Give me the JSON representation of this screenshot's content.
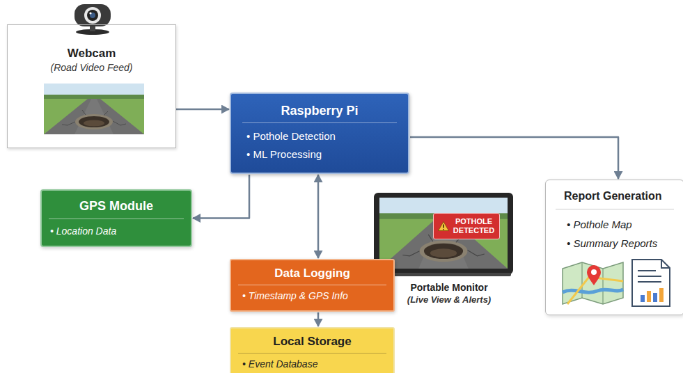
{
  "diagram": {
    "nodes": [
      {
        "text": [
          "Webcam",
          "(Road Video Feed)"
        ]
      },
      {
        "text": [
          "Raspberry Pi",
          "• Pothole Detection",
          "• ML Processing"
        ]
      },
      {
        "text": [
          "GPS Module",
          "• Location Data"
        ]
      },
      {
        "text": [
          "Report Generation",
          "• Pothole Map",
          "• Summary Reports"
        ]
      },
      {
        "text": [
          "POTHOLE DETECTED",
          "Portable Monitor",
          "(Live View & Alerts)"
        ]
      },
      {
        "text": [
          "Data Logging",
          "• Timestamp & GPS Info"
        ]
      },
      {
        "text": [
          "Local Storage",
          "• Event Database"
        ]
      }
    ],
    "edges": [
      {
        "from": 0,
        "to": 1,
        "arrow": "to"
      },
      {
        "from": 1,
        "to": 2,
        "arrow": "to"
      },
      {
        "from": 1,
        "to": 3,
        "arrow": "to"
      },
      {
        "from": 1,
        "to": 5,
        "arrow": "both"
      },
      {
        "from": 5,
        "to": 6,
        "arrow": "to"
      }
    ]
  }
}
